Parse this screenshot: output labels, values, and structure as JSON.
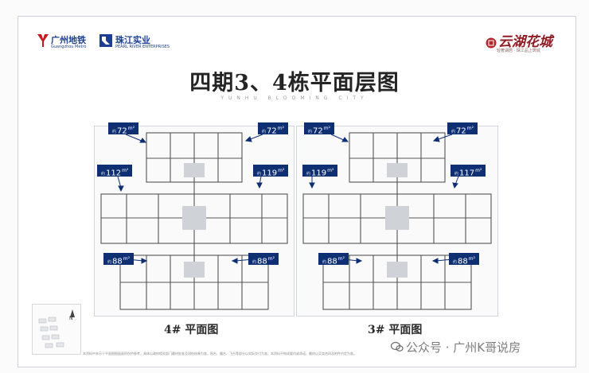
{
  "brand": {
    "metro_name": "广州地铁",
    "metro_name_en": "Guangzhou Metro",
    "partner_name": "珠江实业",
    "partner_name_en": "PEARL RIVER ENTERPRISES",
    "project_logo": "云湖花城",
    "project_tagline": "轻奢湖居 · 珠江品上筑城"
  },
  "title": "四期3、4栋平面层图",
  "subtitle": "YUNHU BLOOMING CITY",
  "buildings": [
    {
      "label": "4# 平面图",
      "units": [
        {
          "prefix": "约",
          "area": "72",
          "unit": "m²"
        },
        {
          "prefix": "约",
          "area": "72",
          "unit": "m²"
        },
        {
          "prefix": "约",
          "area": "112",
          "unit": "m²"
        },
        {
          "prefix": "约",
          "area": "119",
          "unit": "m²"
        },
        {
          "prefix": "约",
          "area": "88",
          "unit": "m²"
        },
        {
          "prefix": "约",
          "area": "88",
          "unit": "m²"
        }
      ]
    },
    {
      "label": "3# 平面图",
      "units": [
        {
          "prefix": "约",
          "area": "72",
          "unit": "m²"
        },
        {
          "prefix": "约",
          "area": "72",
          "unit": "m²"
        },
        {
          "prefix": "约",
          "area": "119",
          "unit": "m²"
        },
        {
          "prefix": "约",
          "area": "117",
          "unit": "m²"
        },
        {
          "prefix": "约",
          "area": "88",
          "unit": "m²"
        },
        {
          "prefix": "约",
          "area": "88",
          "unit": "m²"
        }
      ]
    }
  ],
  "compass_label": "N",
  "disclaimer": "本资料中未示于平面图图面面积仅供参考，具体以政府相关部门最终批准及测绘结果为准，阳台、露台、飞台等部分以实际交付为准，本资料不构成要约或承诺，最终以买卖合同及附件约定为准。",
  "watermark": "公众号 · 广州K哥说房",
  "colors": {
    "navy": "#0f2f73",
    "metro_red": "#c7181f"
  }
}
